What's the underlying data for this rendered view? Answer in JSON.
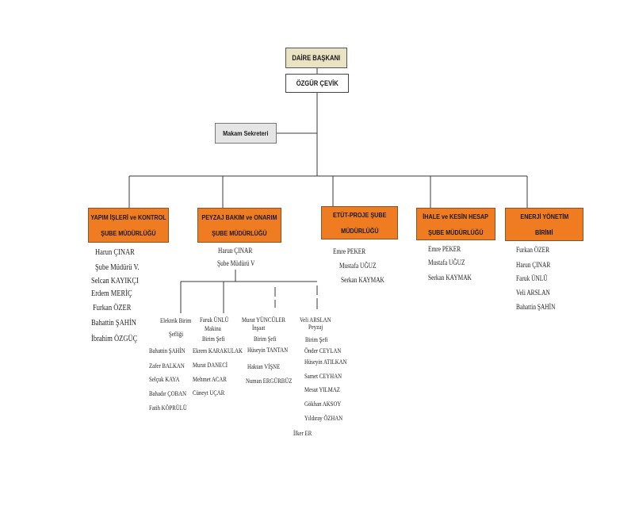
{
  "colors": {
    "head_fill": "#E9E3C4",
    "secretary_fill": "#E5E5E5",
    "unit_fill": "#F07C22"
  },
  "head": {
    "title": "DAİRE BAŞKANI",
    "name": "ÖZGÜR ÇEVİK"
  },
  "secretary": {
    "label": "Makam Sekreteri"
  },
  "units": [
    {
      "title": [
        "YAPIM İŞLERİ ve KONTROL",
        "ŞUBE MÜDÜRLÜĞÜ"
      ],
      "staff": [
        "Harun ÇINAR",
        "Şube Müdürü V.",
        "Selcan KAYIKÇI",
        "Erdem MERİÇ",
        "Furkan ÖZER",
        "Bahattin ŞAHİN",
        "İbrahim ÖZGÜÇ"
      ]
    },
    {
      "title": [
        "PEYZAJ BAKIM ve ONARIM",
        "ŞUBE MÜDÜRLÜĞÜ"
      ],
      "staff": [
        "Harun ÇINAR",
        "Şube Müdürü V"
      ],
      "sections": [
        {
          "label_lines": [
            "Elektrik Birim",
            "Şefliği"
          ],
          "staff": [
            "Bahattin ŞAHİN",
            "Zafer BALKAN",
            "Selçuk KAYA",
            "Bahadır ÇOBAN",
            "Fatih KÖPRÜLÜ"
          ]
        },
        {
          "label_lines": [
            "Faruk ÜNLÜ",
            "Makina",
            "Birim Şefi"
          ],
          "staff": [
            "Ekrem KARAKULAK",
            "Murat DANECİ",
            "Mehmet ACAR",
            "Cüneyt UÇAR"
          ]
        },
        {
          "label_lines": [
            "Murat YÜNCÜLER",
            "İnşaat",
            "Birim Şefi"
          ],
          "staff": [
            "Hüseyin TANTAN",
            "Haktan VİŞNE",
            "Numan ERGÜRBÜZ"
          ]
        },
        {
          "label_lines": [
            "Veli ARSLAN",
            "Peyzaj",
            "Birim Şefi"
          ],
          "staff": [
            "Önder CEYLAN",
            "Hüseyin ATILKAN",
            "Samet CEYHAN",
            "Mesut YILMAZ",
            "Gökhan AKSOY",
            "Yıldıray ÖZHAN",
            "İlker ER"
          ]
        }
      ]
    },
    {
      "title": [
        "ETÜT-PROJE ŞUBE",
        "MÜDÜRLÜĞÜ"
      ],
      "staff": [
        "Emre PEKER",
        "Mustafa UĞUZ",
        "Serkan KAYMAK"
      ]
    },
    {
      "title": [
        "İHALE ve KESİN HESAP",
        "ŞUBE MÜDÜRLÜĞÜ"
      ],
      "staff": [
        "Emre PEKER",
        "Mustafa UĞUZ",
        "Serkan KAYMAK"
      ]
    },
    {
      "title": [
        "ENERJİ YÖNETİM",
        "BİRİMİ"
      ],
      "staff": [
        "Furkan ÖZER",
        "Harun ÇINAR",
        "Faruk ÜNLÜ",
        "Veli ARSLAN",
        "Bahattin ŞAHİN"
      ]
    }
  ]
}
